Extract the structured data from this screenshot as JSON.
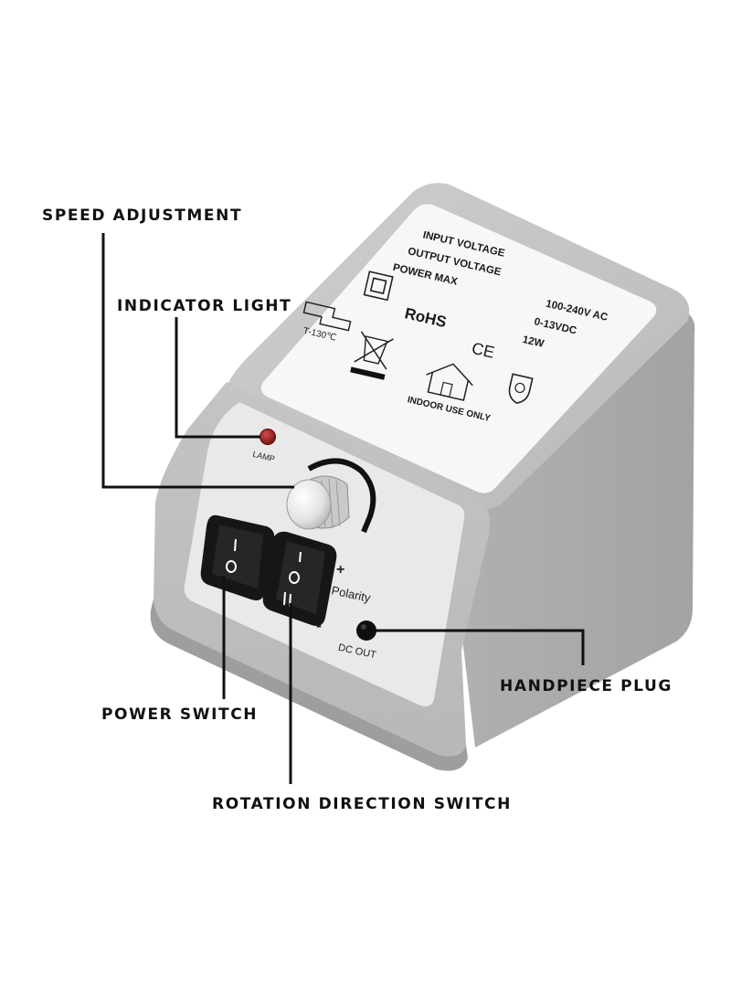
{
  "labels": {
    "speed_adjustment": "SPEED ADJUSTMENT",
    "indicator_light": "INDICATOR LIGHT",
    "handpiece_plug": "HANDPIECE PLUG",
    "power_switch": "POWER SWITCH",
    "rotation_direction_switch": "ROTATION DIRECTION SWITCH"
  },
  "plate": {
    "input_voltage_label": "INPUT VOLTAGE",
    "output_voltage_label": "OUTPUT VOLTAGE",
    "power_max_label": "POWER MAX",
    "input_voltage_value": "100-240V AC",
    "output_voltage_value": "0-13VDC",
    "power_max_value": "12W",
    "rohs": "RoHS",
    "ce": "CE",
    "temperature": "T-130℃",
    "indoor": "INDOOR USE ONLY"
  },
  "panel": {
    "lamp": "LAMP",
    "polarity": "Polarity",
    "plus": "+",
    "minus": "-",
    "dc_out": "DC OUT",
    "power_switch_marks": "I O",
    "direction_switch_marks": "O I II"
  },
  "colors": {
    "body": "#bdbdbd",
    "panel": "#e8e8e8",
    "lamp": "#8b1a1a",
    "leader_lines": "#111111"
  },
  "icons": {
    "double_insulation": "double-square-icon",
    "weee": "crossed-bin-icon",
    "indoor": "house-icon",
    "fuse": "thermal-fuse-icon",
    "certification": "shield-mark-icon"
  }
}
